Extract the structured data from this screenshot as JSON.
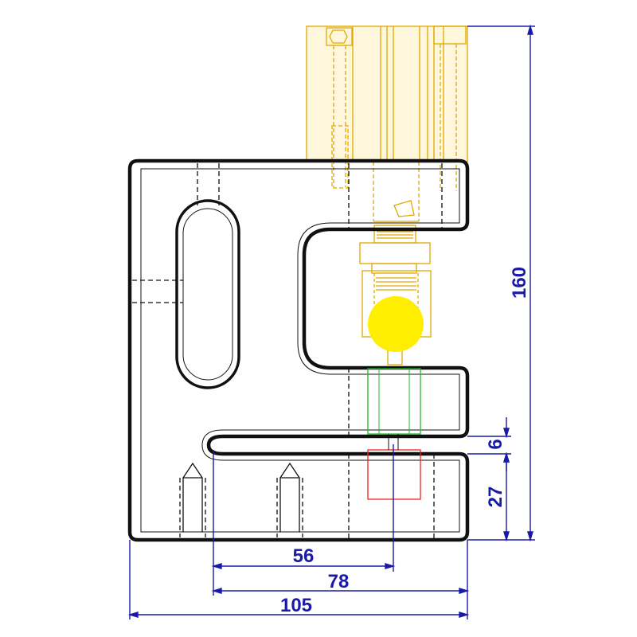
{
  "colors": {
    "outline": "#111111",
    "cylinder": "#e2a800",
    "cylinder_fill": "#fff7dc",
    "ball": "#ffee00",
    "dimension": "#1a1aa8",
    "green": "#22bb22",
    "red": "#ee2222"
  },
  "dimensions": {
    "overall_width": "105",
    "center_78": "78",
    "center_56": "56",
    "height_160": "160",
    "base_27": "27",
    "slot_6": "6"
  }
}
